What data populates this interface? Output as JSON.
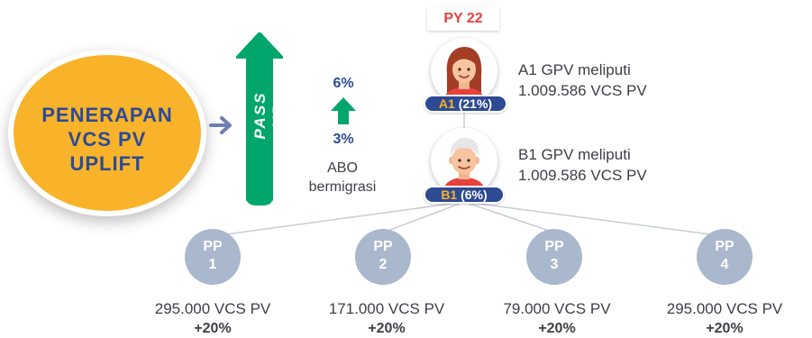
{
  "circle": {
    "line1": "PENERAPAN",
    "line2": "VCS PV",
    "line3": "UPLIFT"
  },
  "pass_up": {
    "label": "PASS UP"
  },
  "migration": {
    "from_pct": "6%",
    "to_pct": "3%",
    "note_line1": "ABO",
    "note_line2": "bermigrasi"
  },
  "badge": {
    "label": "PY 22"
  },
  "a1": {
    "code": "A1",
    "pct": "(21%)",
    "line1": "A1 GPV meliputi",
    "line2": "1.009.586 VCS PV"
  },
  "b1": {
    "code": "B1",
    "pct": "(6%)",
    "line1": "B1 GPV meliputi",
    "line2": "1.009.586 VCS PV"
  },
  "pps": [
    {
      "name": "PP",
      "num": "1",
      "value": "295.000 VCS PV",
      "uplift": "+20%"
    },
    {
      "name": "PP",
      "num": "2",
      "value": "171.000 VCS PV",
      "uplift": "+20%"
    },
    {
      "name": "PP",
      "num": "3",
      "value": "79.000 VCS PV",
      "uplift": "+20%"
    },
    {
      "name": "PP",
      "num": "4",
      "value": "295.000 VCS PV",
      "uplift": "+20%"
    }
  ],
  "colors": {
    "navy": "#2d4a93",
    "gold": "#f8b32a",
    "green": "#00a66b",
    "red": "#e8413b",
    "pp_grey": "#a9b8cc"
  }
}
